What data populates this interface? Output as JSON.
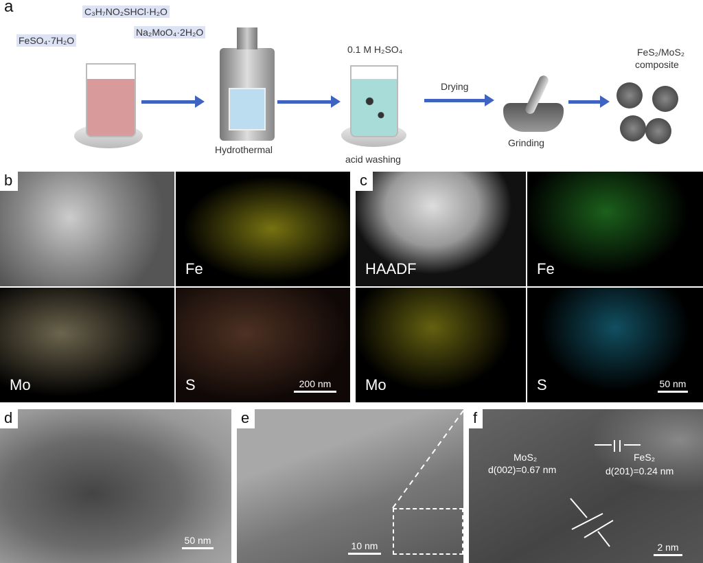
{
  "panels": {
    "a": {
      "letter": "a",
      "reagents": [
        "FeSO₄·7H₂O",
        "C₃H₇NO₂SHCl·H₂O",
        "Na₂MoO₄·2H₂O"
      ],
      "acid_label": "0.1 M H₂SO₄",
      "steps": [
        "Hydrothermal",
        "acid washing",
        "Drying",
        "Grinding"
      ],
      "product_line1": "FeS₂/MoS₂",
      "product_line2": "composite"
    },
    "b": {
      "letter": "b",
      "tiles": [
        "",
        "Fe",
        "Mo",
        "S"
      ],
      "scale": "200 nm"
    },
    "c": {
      "letter": "c",
      "tiles": [
        "HAADF",
        "Fe",
        "Mo",
        "S"
      ],
      "scale": "50 nm"
    },
    "d": {
      "letter": "d",
      "scale": "50 nm"
    },
    "e": {
      "letter": "e",
      "scale": "10 nm"
    },
    "f": {
      "letter": "f",
      "scale": "2 nm",
      "mos2_label": "MoS₂",
      "mos2_d": "d(002)=0.67 nm",
      "fes2_label": "FeS₂",
      "fes2_d": "d(201)=0.24 nm"
    }
  },
  "colors": {
    "arrow": "#3f63c0",
    "fe_b": "#d8d020",
    "mo_b": "#d8c89a",
    "s_b": "#8a5a40",
    "fe_c": "#2ea02e",
    "mo_c": "#c8c020",
    "s_c": "#2090b0"
  }
}
